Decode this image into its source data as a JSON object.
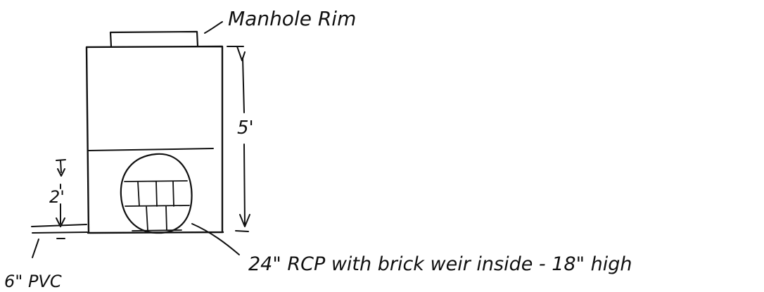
{
  "labels": {
    "rim": "Manhole Rim",
    "depth": "5'",
    "pipe_height": "2'",
    "pvc": "6\" PVC",
    "rcp": "24\" RCP with brick weir inside - 18\" high"
  }
}
